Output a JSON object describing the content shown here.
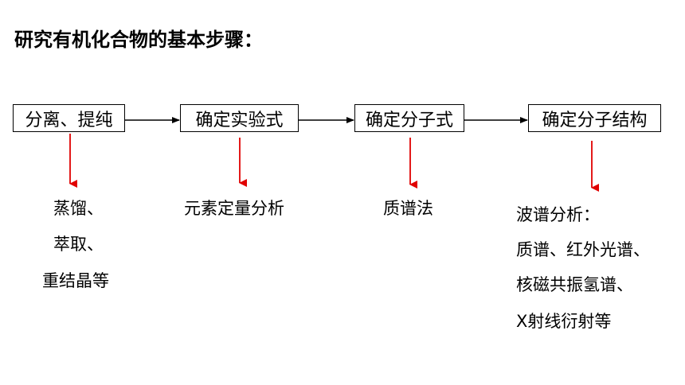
{
  "title": "研究有机化合物的基本步骤：",
  "steps": [
    {
      "label": "分离、提纯"
    },
    {
      "label": "确定实验式"
    },
    {
      "label": "确定分子式"
    },
    {
      "label": "确定分子结构"
    }
  ],
  "methods": [
    {
      "lines": [
        "蒸馏、",
        "萃取、",
        "重结晶等"
      ]
    },
    {
      "lines": [
        "元素定量分析"
      ]
    },
    {
      "lines": [
        "质谱法"
      ]
    },
    {
      "lines": [
        "波谱分析：",
        "质谱、红外光谱、",
        "核磁共振氢谱、",
        "X射线衍射等"
      ]
    }
  ],
  "colors": {
    "flow_arrow": "#000000",
    "down_arrow": "#e00000",
    "text": "#000000"
  }
}
